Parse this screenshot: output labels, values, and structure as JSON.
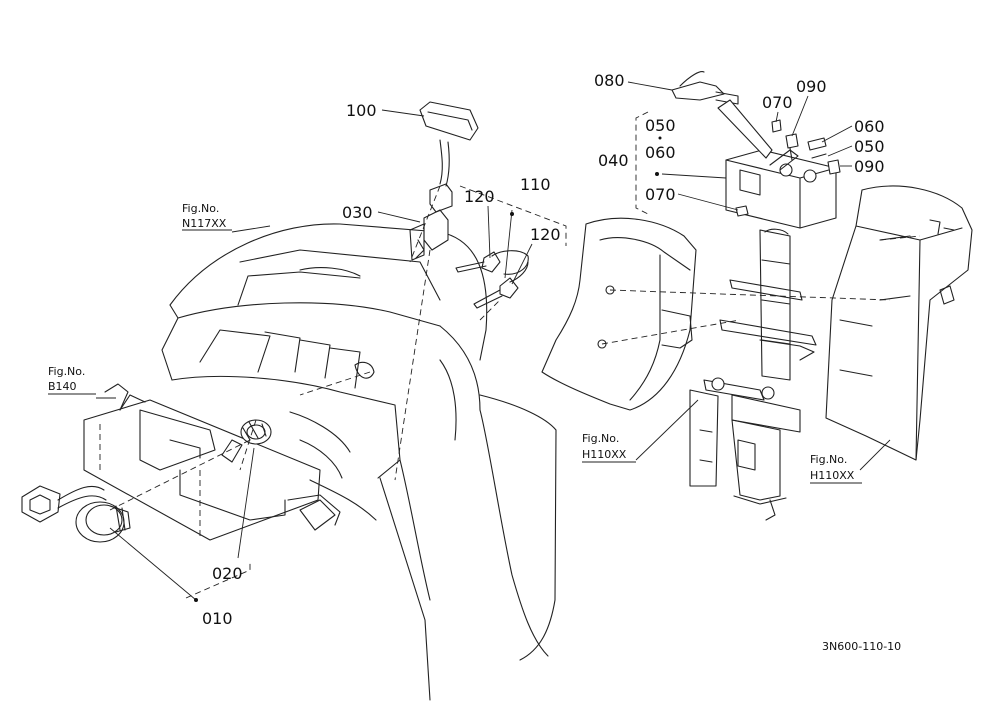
{
  "labels": {
    "p100": "100",
    "p030": "030",
    "p110": "110",
    "p120a": "120",
    "p120b": "120",
    "p020": "020",
    "p010": "010",
    "p080": "080",
    "p090a": "090",
    "p070a": "070",
    "p060a": "060",
    "p050a": "050",
    "p090b": "090",
    "p040": "040",
    "p050b": "050",
    "p060b": "060",
    "p070b": "070"
  },
  "fig_refs": {
    "n117": {
      "line1": "Fig.No.",
      "line2": "N117XX"
    },
    "b140": {
      "line1": "Fig.No.",
      "line2": "B140"
    },
    "h110_left": {
      "line1": "Fig.No.",
      "line2": "H110XX"
    },
    "h110_right": {
      "line1": "Fig.No.",
      "line2": "H110XX"
    }
  },
  "drawing_code": "3N600-110-10"
}
